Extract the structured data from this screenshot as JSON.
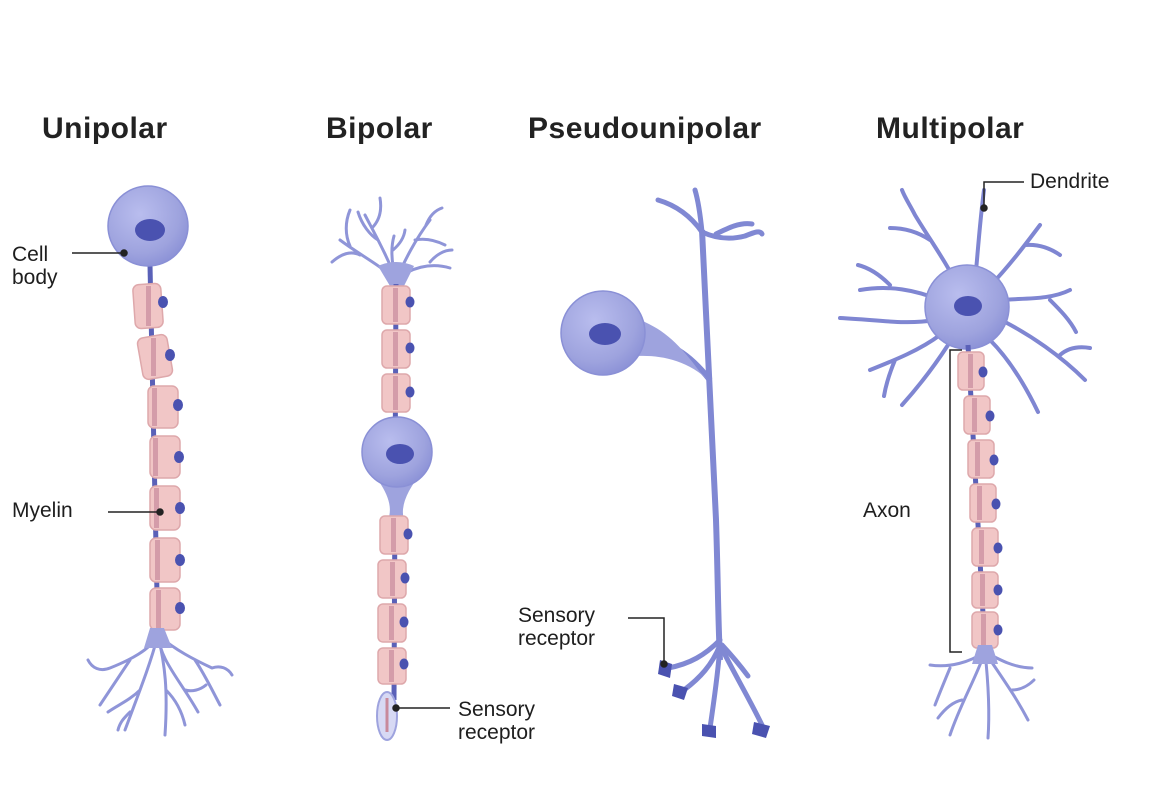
{
  "titles": {
    "unipolar": "Unipolar",
    "bipolar": "Bipolar",
    "pseudounipolar": "Pseudounipolar",
    "multipolar": "Multipolar"
  },
  "labels": {
    "cell_body": "Cell\nbody",
    "myelin": "Myelin",
    "sensory_receptor_bipolar": "Sensory\nreceptor",
    "sensory_receptor_pseudo": "Sensory\nreceptor",
    "dendrite": "Dendrite",
    "axon": "Axon"
  },
  "colors": {
    "cell_fill": "#9ea3de",
    "cell_stroke": "#7c82cf",
    "nucleus": "#4a52b0",
    "branch": "#7f86d2",
    "axon_core": "#5a61b8",
    "myelin_fill": "#f1c6c6",
    "myelin_stroke": "#dea8ab",
    "myelin_core": "#c88a9c",
    "leader": "#222222"
  }
}
